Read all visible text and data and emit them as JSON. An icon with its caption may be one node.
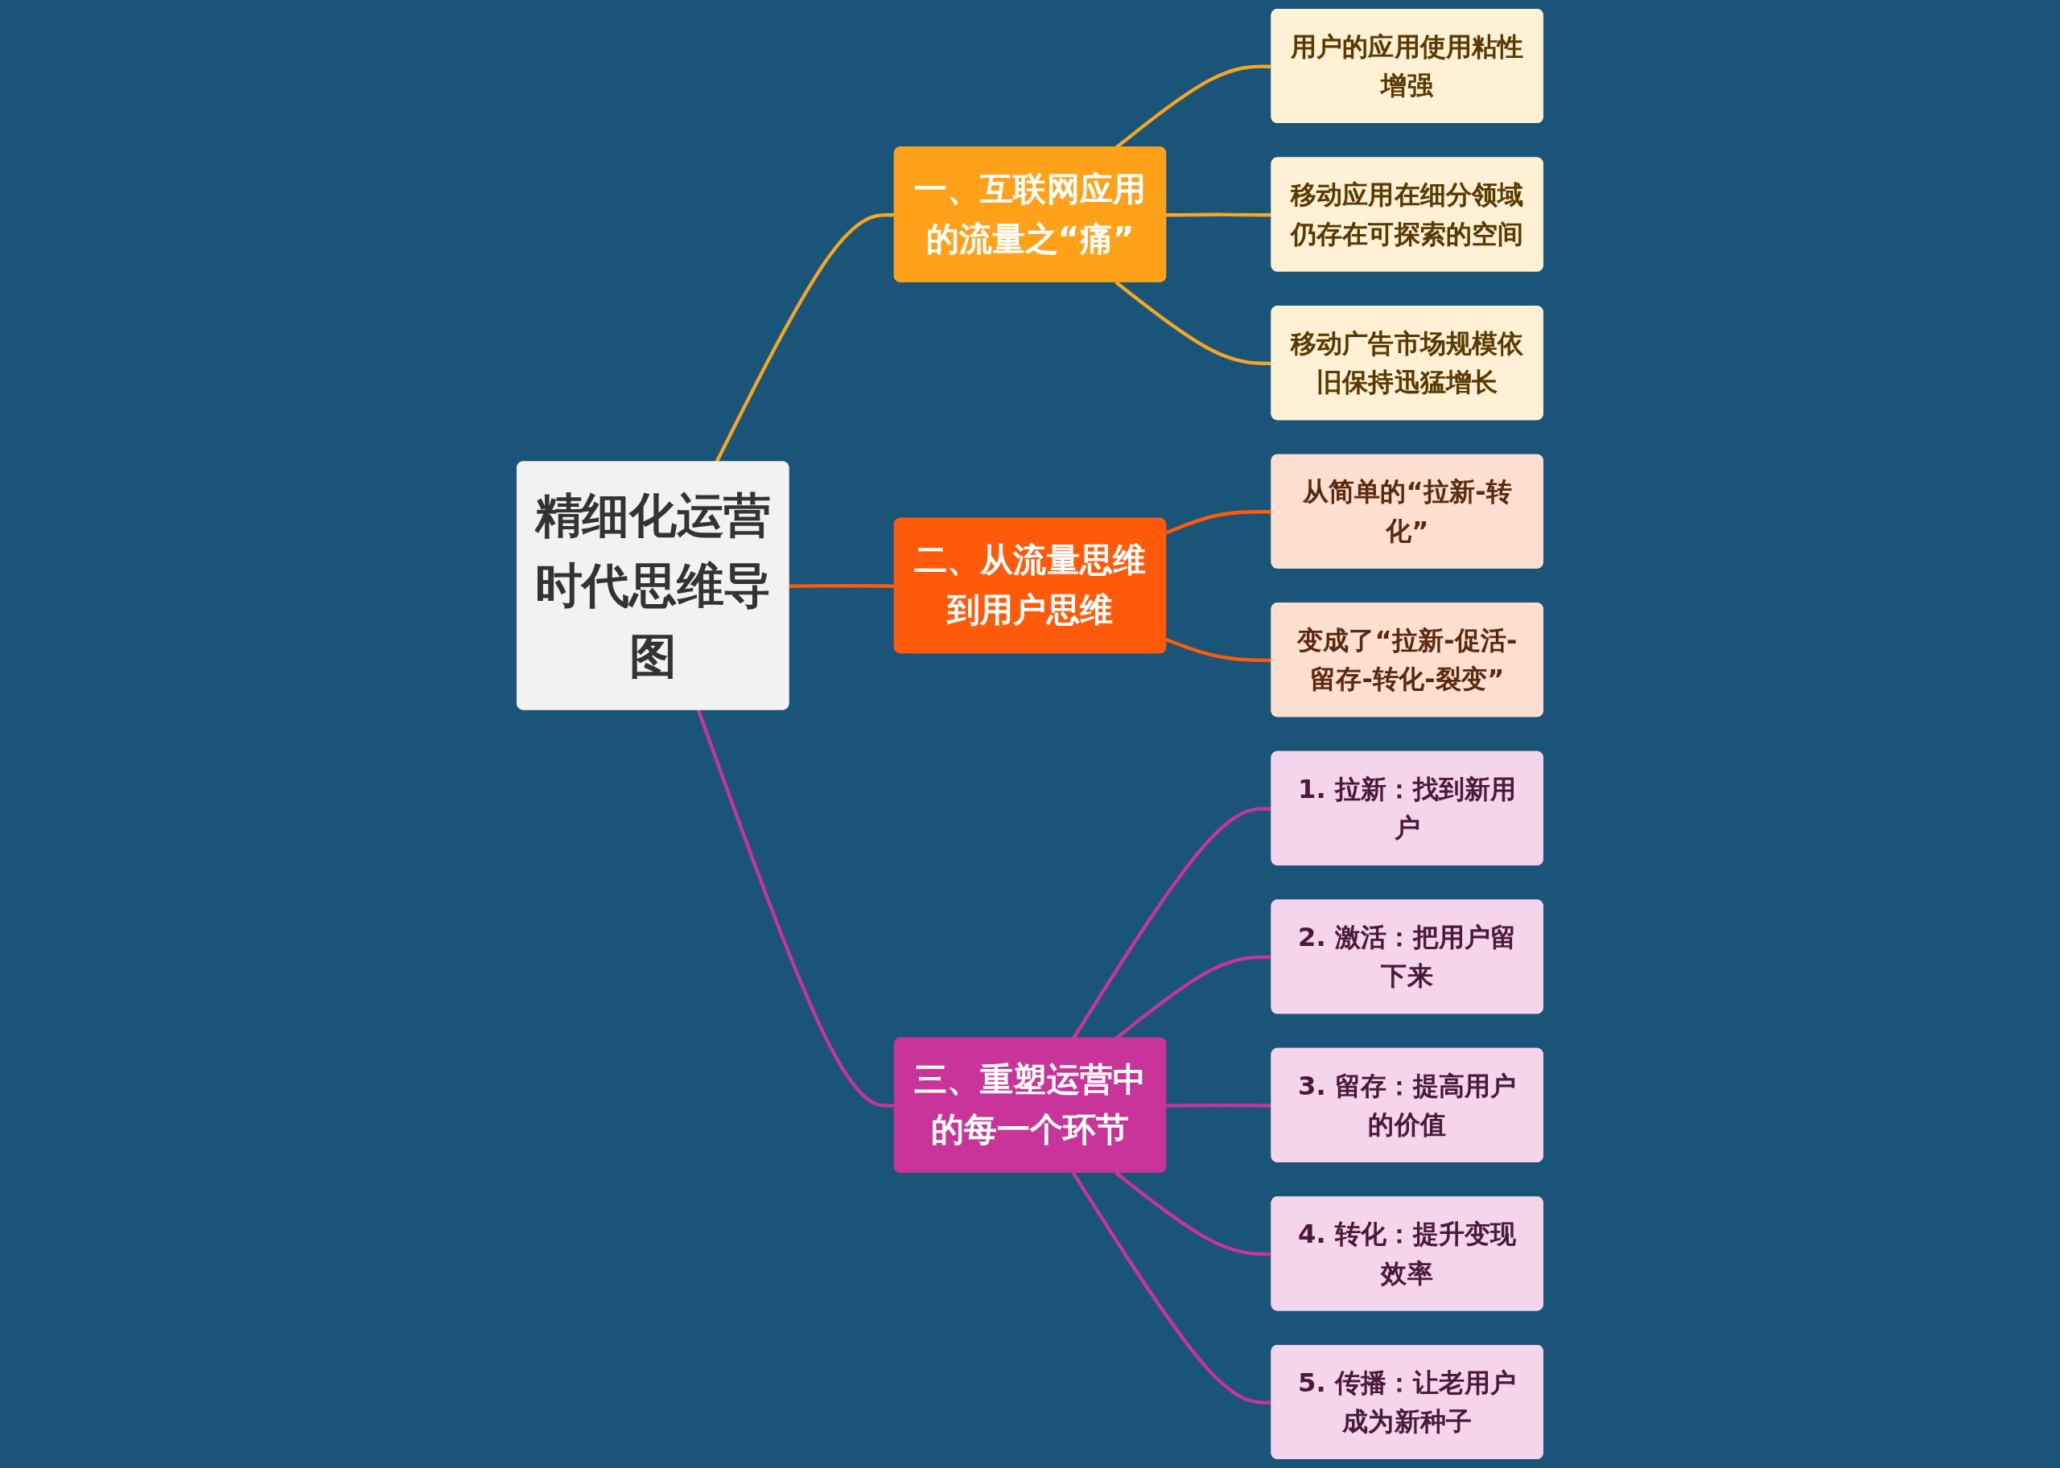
{
  "diagram": {
    "nodes": [
      {
        "text": [
          "精细化运营时代思维导图"
        ]
      },
      {
        "text": [
          "一、互联网应用的流量之“痛”"
        ]
      },
      {
        "text": [
          "用户的应用使用粘性增强"
        ]
      },
      {
        "text": [
          "移动应用在细分领域仍存在可探索的空间"
        ]
      },
      {
        "text": [
          "移动广告市场规模依旧保持迅猛增长"
        ]
      },
      {
        "text": [
          "二、从流量思维到用户思维"
        ]
      },
      {
        "text": [
          "从简单的“拉新-转化”"
        ]
      },
      {
        "text": [
          "变成了“拉新-促活-留存-转化-裂变”"
        ]
      },
      {
        "text": [
          "三、重塑运营中的每一个环节"
        ]
      },
      {
        "text": [
          "1. 拉新：找到新用户"
        ]
      },
      {
        "text": [
          "2. 激活：把用户留下来"
        ]
      },
      {
        "text": [
          "3. 留存：提高用户的价值"
        ]
      },
      {
        "text": [
          "4. 转化：提升变现效率"
        ]
      },
      {
        "text": [
          "5. 传播：让老用户成为新种子"
        ]
      }
    ],
    "edges": [
      {
        "from": 0,
        "to": 1,
        "arrow": "none",
        "color": "#f5a623"
      },
      {
        "from": 0,
        "to": 5,
        "arrow": "none",
        "color": "#ff5a0a"
      },
      {
        "from": 0,
        "to": 8,
        "arrow": "none",
        "color": "#c8349a"
      },
      {
        "from": 1,
        "to": 2,
        "arrow": "none",
        "color": "#f5a623"
      },
      {
        "from": 1,
        "to": 3,
        "arrow": "none",
        "color": "#f5a623"
      },
      {
        "from": 1,
        "to": 4,
        "arrow": "none",
        "color": "#f5a623"
      },
      {
        "from": 5,
        "to": 6,
        "arrow": "none",
        "color": "#ff5a0a"
      },
      {
        "from": 5,
        "to": 7,
        "arrow": "none",
        "color": "#ff5a0a"
      },
      {
        "from": 8,
        "to": 9,
        "arrow": "none",
        "color": "#c8349a"
      },
      {
        "from": 8,
        "to": 10,
        "arrow": "none",
        "color": "#c8349a"
      },
      {
        "from": 8,
        "to": 11,
        "arrow": "none",
        "color": "#c8349a"
      },
      {
        "from": 8,
        "to": 12,
        "arrow": "none",
        "color": "#c8349a"
      },
      {
        "from": 8,
        "to": 13,
        "arrow": "none",
        "color": "#c8349a"
      }
    ]
  }
}
